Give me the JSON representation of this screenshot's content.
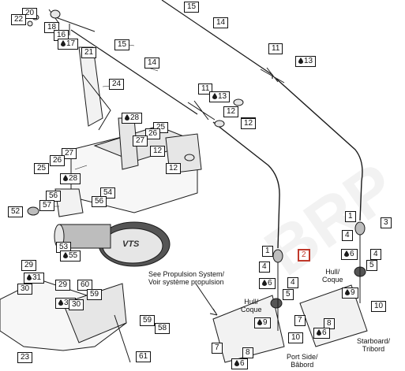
{
  "diagram": {
    "callouts": [
      {
        "id": "c20a",
        "text": "20",
        "drop": false
      },
      {
        "id": "c22",
        "text": "22",
        "drop": false
      },
      {
        "id": "c18",
        "text": "18",
        "drop": false
      },
      {
        "id": "c16",
        "text": "16",
        "drop": false
      },
      {
        "id": "c17",
        "text": "17",
        "drop": true
      },
      {
        "id": "c15a",
        "text": "15",
        "drop": false
      },
      {
        "id": "c14a",
        "text": "14",
        "drop": false
      },
      {
        "id": "c15b",
        "text": "15",
        "drop": false
      },
      {
        "id": "c21",
        "text": "21",
        "drop": false
      },
      {
        "id": "c14b",
        "text": "14",
        "drop": false
      },
      {
        "id": "c24",
        "text": "24",
        "drop": false
      },
      {
        "id": "c11a",
        "text": "11",
        "drop": false
      },
      {
        "id": "c13a",
        "text": "13",
        "drop": true
      },
      {
        "id": "c11b",
        "text": "11",
        "drop": false
      },
      {
        "id": "c13b",
        "text": "13",
        "drop": true
      },
      {
        "id": "c12a",
        "text": "12",
        "drop": false
      },
      {
        "id": "c12b",
        "text": "12",
        "drop": false
      },
      {
        "id": "c12c",
        "text": "12",
        "drop": false
      },
      {
        "id": "c28",
        "text": "28",
        "drop": true
      },
      {
        "id": "c25a",
        "text": "25",
        "drop": false
      },
      {
        "id": "c26a",
        "text": "26",
        "drop": false
      },
      {
        "id": "c27a",
        "text": "27",
        "drop": false
      },
      {
        "id": "c12d",
        "text": "12",
        "drop": false
      },
      {
        "id": "c12e",
        "text": "12",
        "drop": false
      },
      {
        "id": "c27b",
        "text": "27",
        "drop": false
      },
      {
        "id": "c26b",
        "text": "26",
        "drop": false
      },
      {
        "id": "c25b",
        "text": "25",
        "drop": false
      },
      {
        "id": "c28b",
        "text": "28",
        "drop": true
      },
      {
        "id": "c54",
        "text": "54",
        "drop": false
      },
      {
        "id": "c56a",
        "text": "56",
        "drop": false
      },
      {
        "id": "c57",
        "text": "57",
        "drop": false
      },
      {
        "id": "c56b",
        "text": "56",
        "drop": false
      },
      {
        "id": "c52",
        "text": "52",
        "drop": false
      },
      {
        "id": "c53",
        "text": "53",
        "drop": false
      },
      {
        "id": "c55",
        "text": "55",
        "drop": true
      },
      {
        "id": "c1a",
        "text": "1",
        "drop": false
      },
      {
        "id": "c2a",
        "text": "2",
        "drop": false,
        "red": true
      },
      {
        "id": "c4a",
        "text": "4",
        "drop": false
      },
      {
        "id": "c6a",
        "text": "6",
        "drop": true
      },
      {
        "id": "c4b",
        "text": "4",
        "drop": false
      },
      {
        "id": "c5a",
        "text": "5",
        "drop": false
      },
      {
        "id": "c9a",
        "text": "9",
        "drop": true
      },
      {
        "id": "c10a",
        "text": "10",
        "drop": false
      },
      {
        "id": "c7a",
        "text": "7",
        "drop": false
      },
      {
        "id": "c8a",
        "text": "8",
        "drop": false
      },
      {
        "id": "c6b",
        "text": "6",
        "drop": true
      },
      {
        "id": "c1b",
        "text": "1",
        "drop": false
      },
      {
        "id": "c3",
        "text": "3",
        "drop": false
      },
      {
        "id": "c4c",
        "text": "4",
        "drop": false
      },
      {
        "id": "c6c",
        "text": "6",
        "drop": true
      },
      {
        "id": "c4d",
        "text": "4",
        "drop": false
      },
      {
        "id": "c5b",
        "text": "5",
        "drop": false
      },
      {
        "id": "c9b",
        "text": "9",
        "drop": true
      },
      {
        "id": "c10b",
        "text": "10",
        "drop": false
      },
      {
        "id": "c7b",
        "text": "7",
        "drop": false
      },
      {
        "id": "c8b",
        "text": "8",
        "drop": false
      },
      {
        "id": "c6d",
        "text": "6",
        "drop": true
      },
      {
        "id": "c29a",
        "text": "29",
        "drop": false
      },
      {
        "id": "c31a",
        "text": "31",
        "drop": true
      },
      {
        "id": "c30a",
        "text": "30",
        "drop": false
      },
      {
        "id": "c29b",
        "text": "29",
        "drop": false
      },
      {
        "id": "c31b",
        "text": "31",
        "drop": true
      },
      {
        "id": "c30b",
        "text": "30",
        "drop": false
      },
      {
        "id": "c60",
        "text": "60",
        "drop": false
      },
      {
        "id": "c59a",
        "text": "59",
        "drop": false
      },
      {
        "id": "c59b",
        "text": "59",
        "drop": false
      },
      {
        "id": "c58",
        "text": "58",
        "drop": false
      },
      {
        "id": "c23",
        "text": "23",
        "drop": false
      },
      {
        "id": "c61",
        "text": "61",
        "drop": false
      }
    ],
    "labels": {
      "see_propulsion": "See Propulsion System/\nVoir système propulsion",
      "hull_left": "Hull/\nCoque",
      "hull_right": "Hull/\nCoque",
      "port_side": "Port Side/\nBâbord",
      "starboard": "Starboard/\nTribord",
      "vts": "VTS"
    },
    "colors": {
      "line": "#1a1a1a",
      "callout_highlight": "#c0392b",
      "fill_light": "#e6e6e6",
      "fill_mid": "#bdbdbd",
      "fill_dark": "#555555"
    }
  }
}
